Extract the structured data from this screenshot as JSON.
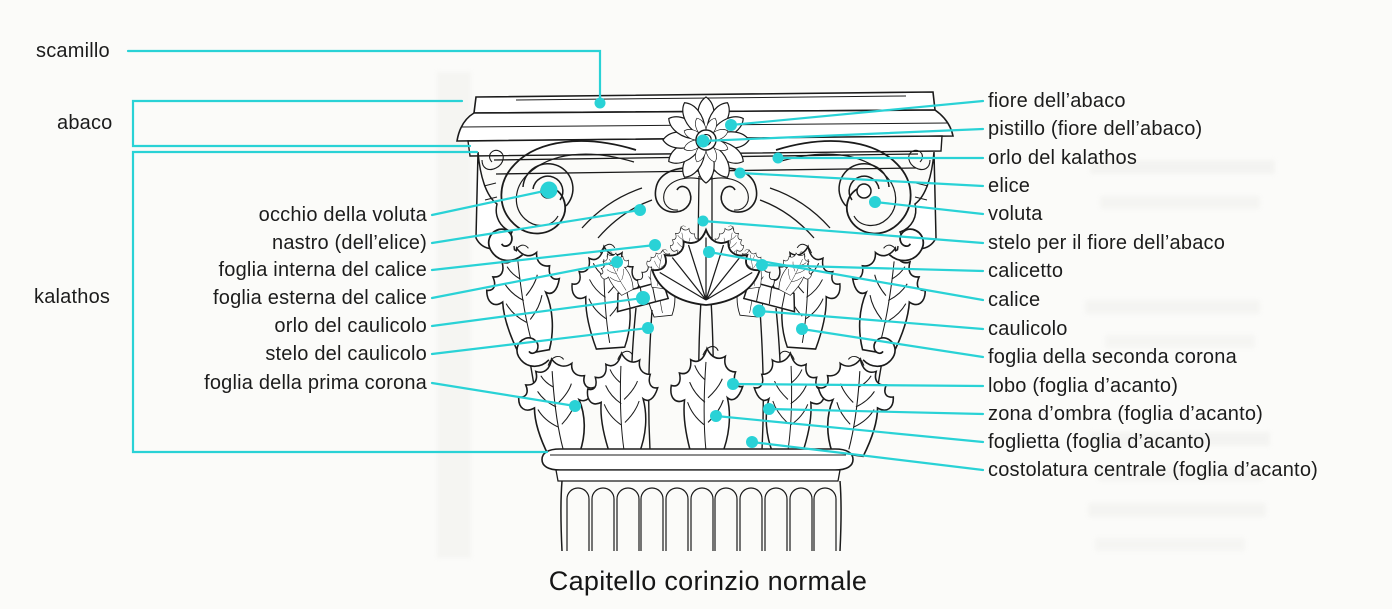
{
  "figure": {
    "caption": "Capitello corinzio normale",
    "accent_color": "#29d2d6",
    "ink_color": "#1b1b1b",
    "background_color": "#fbfbf9"
  },
  "left_labels": [
    {
      "id": "scamillo",
      "text": "scamillo"
    },
    {
      "id": "abaco",
      "text": "abaco"
    },
    {
      "id": "kalathos",
      "text": "kalathos"
    },
    {
      "id": "occhio-della-voluta",
      "text": "occhio della voluta"
    },
    {
      "id": "nastro-dell-elice",
      "text": "nastro (dell’elice)"
    },
    {
      "id": "foglia-interna-del-calice",
      "text": "foglia interna del calice"
    },
    {
      "id": "foglia-esterna-del-calice",
      "text": "foglia esterna del calice"
    },
    {
      "id": "orlo-del-caulicolo",
      "text": "orlo del caulicolo"
    },
    {
      "id": "stelo-del-caulicolo",
      "text": "stelo del caulicolo"
    },
    {
      "id": "foglia-della-prima-corona",
      "text": "foglia della prima corona"
    }
  ],
  "right_labels": [
    {
      "id": "fiore-dell-abaco",
      "text": "fiore dell’abaco"
    },
    {
      "id": "pistillo-fiore-dell-abaco",
      "text": "pistillo (fiore dell’abaco)"
    },
    {
      "id": "orlo-del-kalathos",
      "text": "orlo del kalathos"
    },
    {
      "id": "elice",
      "text": "elice"
    },
    {
      "id": "voluta",
      "text": "voluta"
    },
    {
      "id": "stelo-per-il-fiore-dell-abaco",
      "text": "stelo per il fiore dell’abaco"
    },
    {
      "id": "calicetto",
      "text": "calicetto"
    },
    {
      "id": "calice",
      "text": "calice"
    },
    {
      "id": "caulicolo",
      "text": "caulicolo"
    },
    {
      "id": "foglia-della-seconda-corona",
      "text": "foglia della seconda corona"
    },
    {
      "id": "lobo-foglia-d-acanto",
      "text": "lobo (foglia d’acanto)"
    },
    {
      "id": "zona-d-ombra-foglia-d-acanto",
      "text": "zona d’ombra (foglia d’acanto)"
    },
    {
      "id": "foglietta-foglia-d-acanto",
      "text": "foglietta (foglia d’acanto)"
    },
    {
      "id": "costolatura-centrale-foglia-d-acanto",
      "text": "costolatura centrale (foglia d’acanto)"
    }
  ]
}
